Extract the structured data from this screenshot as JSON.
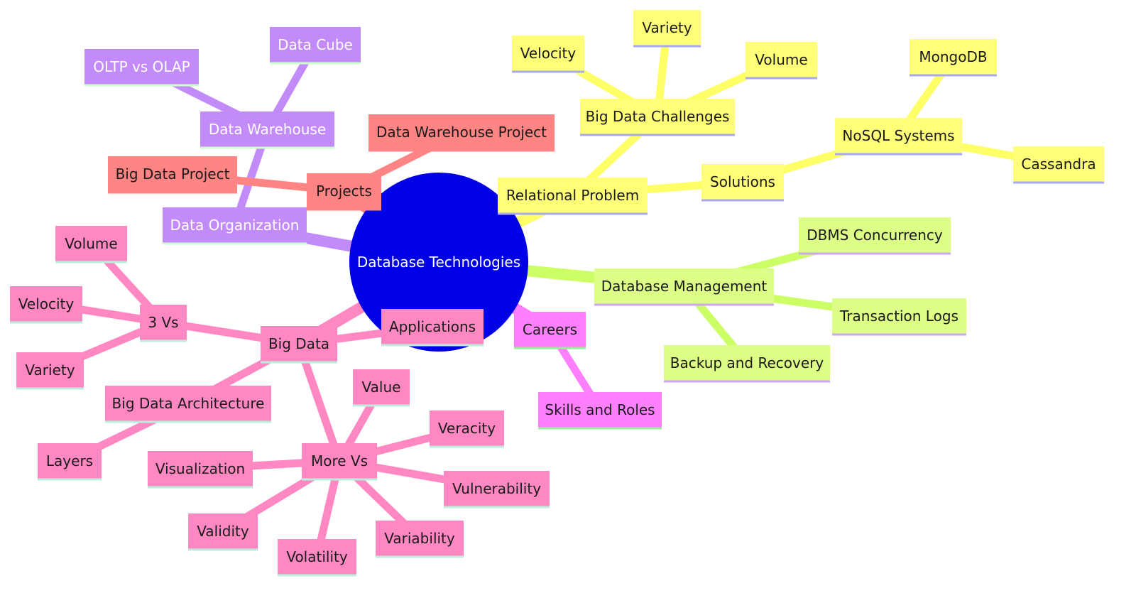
{
  "colors": {
    "root": "#0000e6",
    "root_text": "#ffffff",
    "yellow": "#ffff78",
    "yellow_edge": "#ffff66",
    "yellow_underline": "#a9a9ee",
    "green": "#ddff88",
    "green_edge": "#ccff66",
    "green_underline": "#cda6f2",
    "magenta": "#ff80ff",
    "magenta_underline": "#99ee99",
    "pink": "#ff88c2",
    "pink_edge": "#ff88c2",
    "pink_underline": "#bbeedd",
    "purple": "#c38bfa",
    "purple_underline": "#ccffcc",
    "salmon": "#ff8585",
    "salmon_underline": "#ff8585",
    "dark_text": "#1a1a1a",
    "light_text": "#ffffff"
  },
  "root": {
    "label": "Database Technologies"
  },
  "nodes": [
    {
      "id": "relational-problem",
      "label": "Relational Problem",
      "color": "yellow"
    },
    {
      "id": "big-data-challenges",
      "label": "Big Data Challenges",
      "color": "yellow"
    },
    {
      "id": "velocity-y",
      "label": "Velocity",
      "color": "yellow"
    },
    {
      "id": "variety-y",
      "label": "Variety",
      "color": "yellow"
    },
    {
      "id": "volume-y",
      "label": "Volume",
      "color": "yellow"
    },
    {
      "id": "solutions",
      "label": "Solutions",
      "color": "yellow"
    },
    {
      "id": "nosql-systems",
      "label": "NoSQL Systems",
      "color": "yellow"
    },
    {
      "id": "mongodb",
      "label": "MongoDB",
      "color": "yellow"
    },
    {
      "id": "cassandra",
      "label": "Cassandra",
      "color": "yellow"
    },
    {
      "id": "database-management",
      "label": "Database Management",
      "color": "green"
    },
    {
      "id": "dbms-concurrency",
      "label": "DBMS Concurrency",
      "color": "green"
    },
    {
      "id": "transaction-logs",
      "label": "Transaction Logs",
      "color": "green"
    },
    {
      "id": "backup-recovery",
      "label": "Backup and Recovery",
      "color": "green"
    },
    {
      "id": "careers",
      "label": "Careers",
      "color": "magenta"
    },
    {
      "id": "skills-roles",
      "label": "Skills and Roles",
      "color": "magenta"
    },
    {
      "id": "big-data",
      "label": "Big Data",
      "color": "pink"
    },
    {
      "id": "applications",
      "label": "Applications",
      "color": "pink"
    },
    {
      "id": "three-vs",
      "label": "3 Vs",
      "color": "pink"
    },
    {
      "id": "volume-p",
      "label": "Volume",
      "color": "pink"
    },
    {
      "id": "velocity-p",
      "label": "Velocity",
      "color": "pink"
    },
    {
      "id": "variety-p",
      "label": "Variety",
      "color": "pink"
    },
    {
      "id": "big-data-architecture",
      "label": "Big Data Architecture",
      "color": "pink"
    },
    {
      "id": "layers",
      "label": "Layers",
      "color": "pink"
    },
    {
      "id": "more-vs",
      "label": "More Vs",
      "color": "pink"
    },
    {
      "id": "value",
      "label": "Value",
      "color": "pink"
    },
    {
      "id": "veracity",
      "label": "Veracity",
      "color": "pink"
    },
    {
      "id": "vulnerability",
      "label": "Vulnerability",
      "color": "pink"
    },
    {
      "id": "variability",
      "label": "Variability",
      "color": "pink"
    },
    {
      "id": "volatility",
      "label": "Volatility",
      "color": "pink"
    },
    {
      "id": "validity",
      "label": "Validity",
      "color": "pink"
    },
    {
      "id": "visualization",
      "label": "Visualization",
      "color": "pink"
    },
    {
      "id": "data-organization",
      "label": "Data Organization",
      "color": "purple"
    },
    {
      "id": "data-warehouse",
      "label": "Data Warehouse",
      "color": "purple"
    },
    {
      "id": "oltp-olap",
      "label": "OLTP vs OLAP",
      "color": "purple"
    },
    {
      "id": "data-cube",
      "label": "Data Cube",
      "color": "purple"
    },
    {
      "id": "projects",
      "label": "Projects",
      "color": "salmon"
    },
    {
      "id": "big-data-project",
      "label": "Big Data Project",
      "color": "salmon"
    },
    {
      "id": "data-warehouse-project",
      "label": "Data Warehouse Project",
      "color": "salmon"
    }
  ],
  "edges": [
    [
      "root",
      "relational-problem"
    ],
    [
      "relational-problem",
      "big-data-challenges"
    ],
    [
      "big-data-challenges",
      "velocity-y"
    ],
    [
      "big-data-challenges",
      "variety-y"
    ],
    [
      "big-data-challenges",
      "volume-y"
    ],
    [
      "relational-problem",
      "solutions"
    ],
    [
      "solutions",
      "nosql-systems"
    ],
    [
      "nosql-systems",
      "mongodb"
    ],
    [
      "nosql-systems",
      "cassandra"
    ],
    [
      "root",
      "database-management"
    ],
    [
      "database-management",
      "dbms-concurrency"
    ],
    [
      "database-management",
      "transaction-logs"
    ],
    [
      "database-management",
      "backup-recovery"
    ],
    [
      "root",
      "careers"
    ],
    [
      "careers",
      "skills-roles"
    ],
    [
      "root",
      "big-data"
    ],
    [
      "big-data",
      "applications"
    ],
    [
      "big-data",
      "three-vs"
    ],
    [
      "three-vs",
      "volume-p"
    ],
    [
      "three-vs",
      "velocity-p"
    ],
    [
      "three-vs",
      "variety-p"
    ],
    [
      "big-data",
      "big-data-architecture"
    ],
    [
      "big-data-architecture",
      "layers"
    ],
    [
      "big-data",
      "more-vs"
    ],
    [
      "more-vs",
      "value"
    ],
    [
      "more-vs",
      "veracity"
    ],
    [
      "more-vs",
      "vulnerability"
    ],
    [
      "more-vs",
      "variability"
    ],
    [
      "more-vs",
      "volatility"
    ],
    [
      "more-vs",
      "validity"
    ],
    [
      "more-vs",
      "visualization"
    ],
    [
      "root",
      "data-organization"
    ],
    [
      "data-organization",
      "data-warehouse"
    ],
    [
      "data-warehouse",
      "oltp-olap"
    ],
    [
      "data-warehouse",
      "data-cube"
    ],
    [
      "root",
      "projects"
    ],
    [
      "projects",
      "big-data-project"
    ],
    [
      "projects",
      "data-warehouse-project"
    ]
  ]
}
